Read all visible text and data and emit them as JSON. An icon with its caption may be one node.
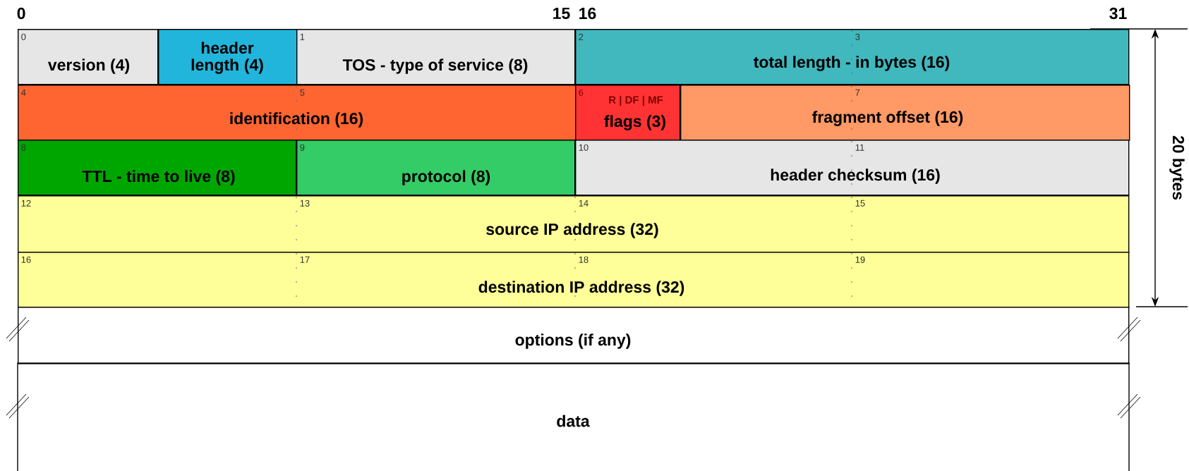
{
  "diagram": {
    "nodes": [
      {
        "text": [
          "0",
          "version (4)"
        ]
      },
      {
        "text": [
          "header length (4)"
        ]
      },
      {
        "text": [
          "1",
          "TOS - type of service (8)"
        ]
      },
      {
        "text": [
          "2",
          "3",
          "total length - in bytes (16)"
        ]
      },
      {
        "text": [
          "4",
          "5",
          "identification (16)"
        ]
      },
      {
        "text": [
          "6",
          "R | DF | MF",
          "flags (3)"
        ]
      },
      {
        "text": [
          "7",
          "fragment offset (16)"
        ]
      },
      {
        "text": [
          "8",
          "TTL - time to live (8)"
        ]
      },
      {
        "text": [
          "9",
          "protocol (8)"
        ]
      },
      {
        "text": [
          "10",
          "11",
          "header checksum (16)"
        ]
      },
      {
        "text": [
          "12",
          "13",
          "14",
          "15",
          "source IP address (32)"
        ]
      },
      {
        "text": [
          "16",
          "17",
          "18",
          "19",
          "destination IP address (32)"
        ]
      },
      {
        "text": [
          "options (if any)"
        ]
      },
      {
        "text": [
          "data"
        ]
      }
    ],
    "edges": [],
    "labels": [
      "0",
      "15",
      "16",
      "31",
      "20 bytes"
    ]
  }
}
